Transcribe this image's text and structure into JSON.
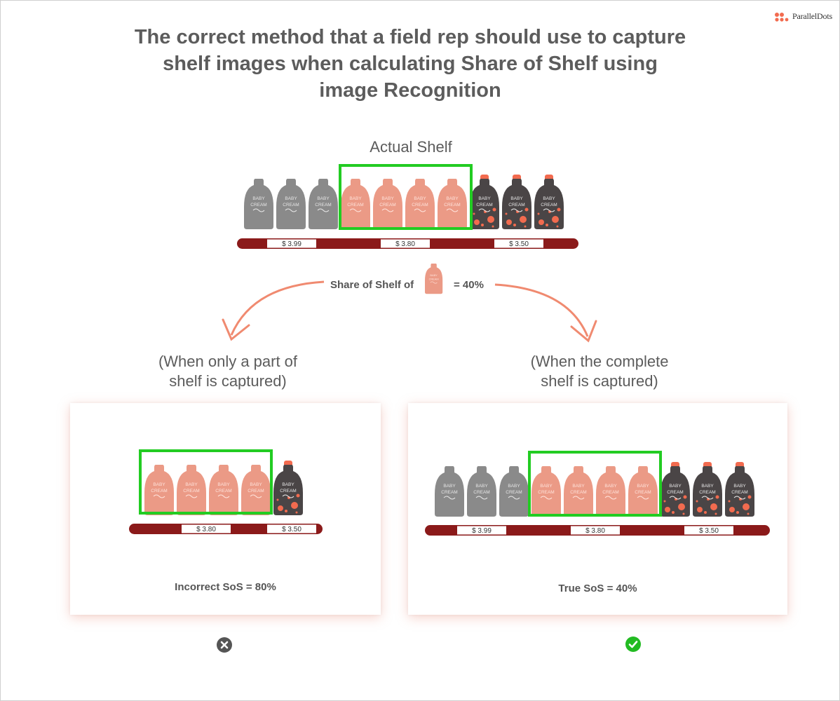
{
  "brand": {
    "name": "ParallelDots",
    "logo_color": "#f26b4f"
  },
  "title_lines": [
    "The correct method that a field rep should use to capture",
    "shelf images when calculating Share of Shelf using",
    "image Recognition"
  ],
  "actual_shelf": {
    "label": "Actual Shelf",
    "prices": [
      "$ 3.99",
      "$ 3.80",
      "$ 3.50"
    ]
  },
  "bottle_label": [
    "BABY",
    "CREAM"
  ],
  "share_of_shelf": {
    "prefix": "Share of Shelf of",
    "value": "= 40%"
  },
  "left_case": {
    "caption_lines": [
      "(When only a part of",
      "shelf is captured)"
    ],
    "prices": [
      "$ 3.80",
      "$ 3.50"
    ],
    "result": "Incorrect SoS = 80%",
    "status_icon": "cross-icon"
  },
  "right_case": {
    "caption_lines": [
      "(When the complete",
      "shelf is captured)"
    ],
    "prices": [
      "$ 3.99",
      "$ 3.80",
      "$ 3.50"
    ],
    "result": "True SoS = 40%",
    "status_icon": "check-icon"
  },
  "colors": {
    "grey_bottle": "#8a8a8a",
    "pink_bottle": "#eb9a86",
    "dark_bottle": "#4a4546",
    "cap_orange": "#f26b4f",
    "shelf_rail": "#8b1a1a",
    "highlight": "#22cc22",
    "arrow": "#f08a70",
    "cross_bg": "#555555",
    "check_bg": "#22bb22"
  }
}
